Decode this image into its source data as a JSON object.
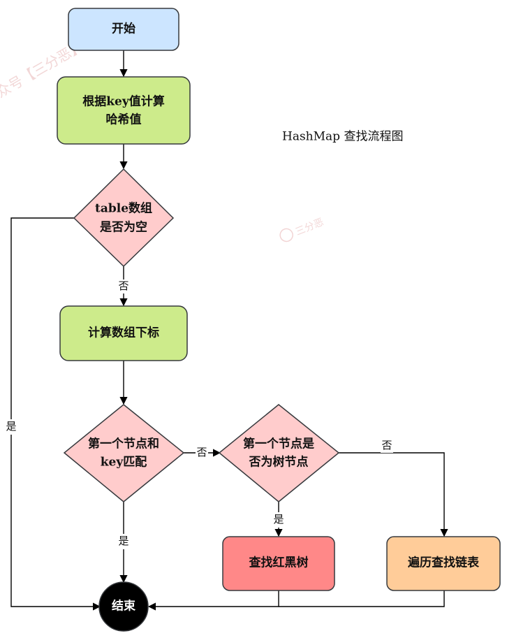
{
  "title": "HashMap 查找流程图",
  "watermarks": {
    "corner": "众号【三分恶】出品",
    "center": "三分恶"
  },
  "colors": {
    "start_fill": "#cce5ff",
    "process_fill": "#cdeb8b",
    "decision_fill": "#ffcccc",
    "red_tree_fill": "#ff8888",
    "linked_list_fill": "#ffcc99",
    "end_fill": "#000000"
  },
  "nodes": {
    "start": {
      "lines": [
        "开始"
      ]
    },
    "hash": {
      "lines": [
        "根据key值计算",
        "哈希值"
      ]
    },
    "table_empty": {
      "lines": [
        "table数组",
        "是否为空"
      ]
    },
    "index": {
      "lines": [
        "计算数组下标"
      ]
    },
    "first_match": {
      "lines": [
        "第一个节点和",
        "key匹配"
      ]
    },
    "is_tree": {
      "lines": [
        "第一个节点是",
        "否为树节点"
      ]
    },
    "find_tree": {
      "lines": [
        "查找红黑树"
      ]
    },
    "find_list": {
      "lines": [
        "遍历查找链表"
      ]
    },
    "end": {
      "lines": [
        "结束"
      ]
    }
  },
  "edge_labels": {
    "table_empty_no": "否",
    "table_empty_yes": "是",
    "first_match_no": "否",
    "first_match_yes": "是",
    "is_tree_yes": "是",
    "is_tree_no": "否"
  }
}
